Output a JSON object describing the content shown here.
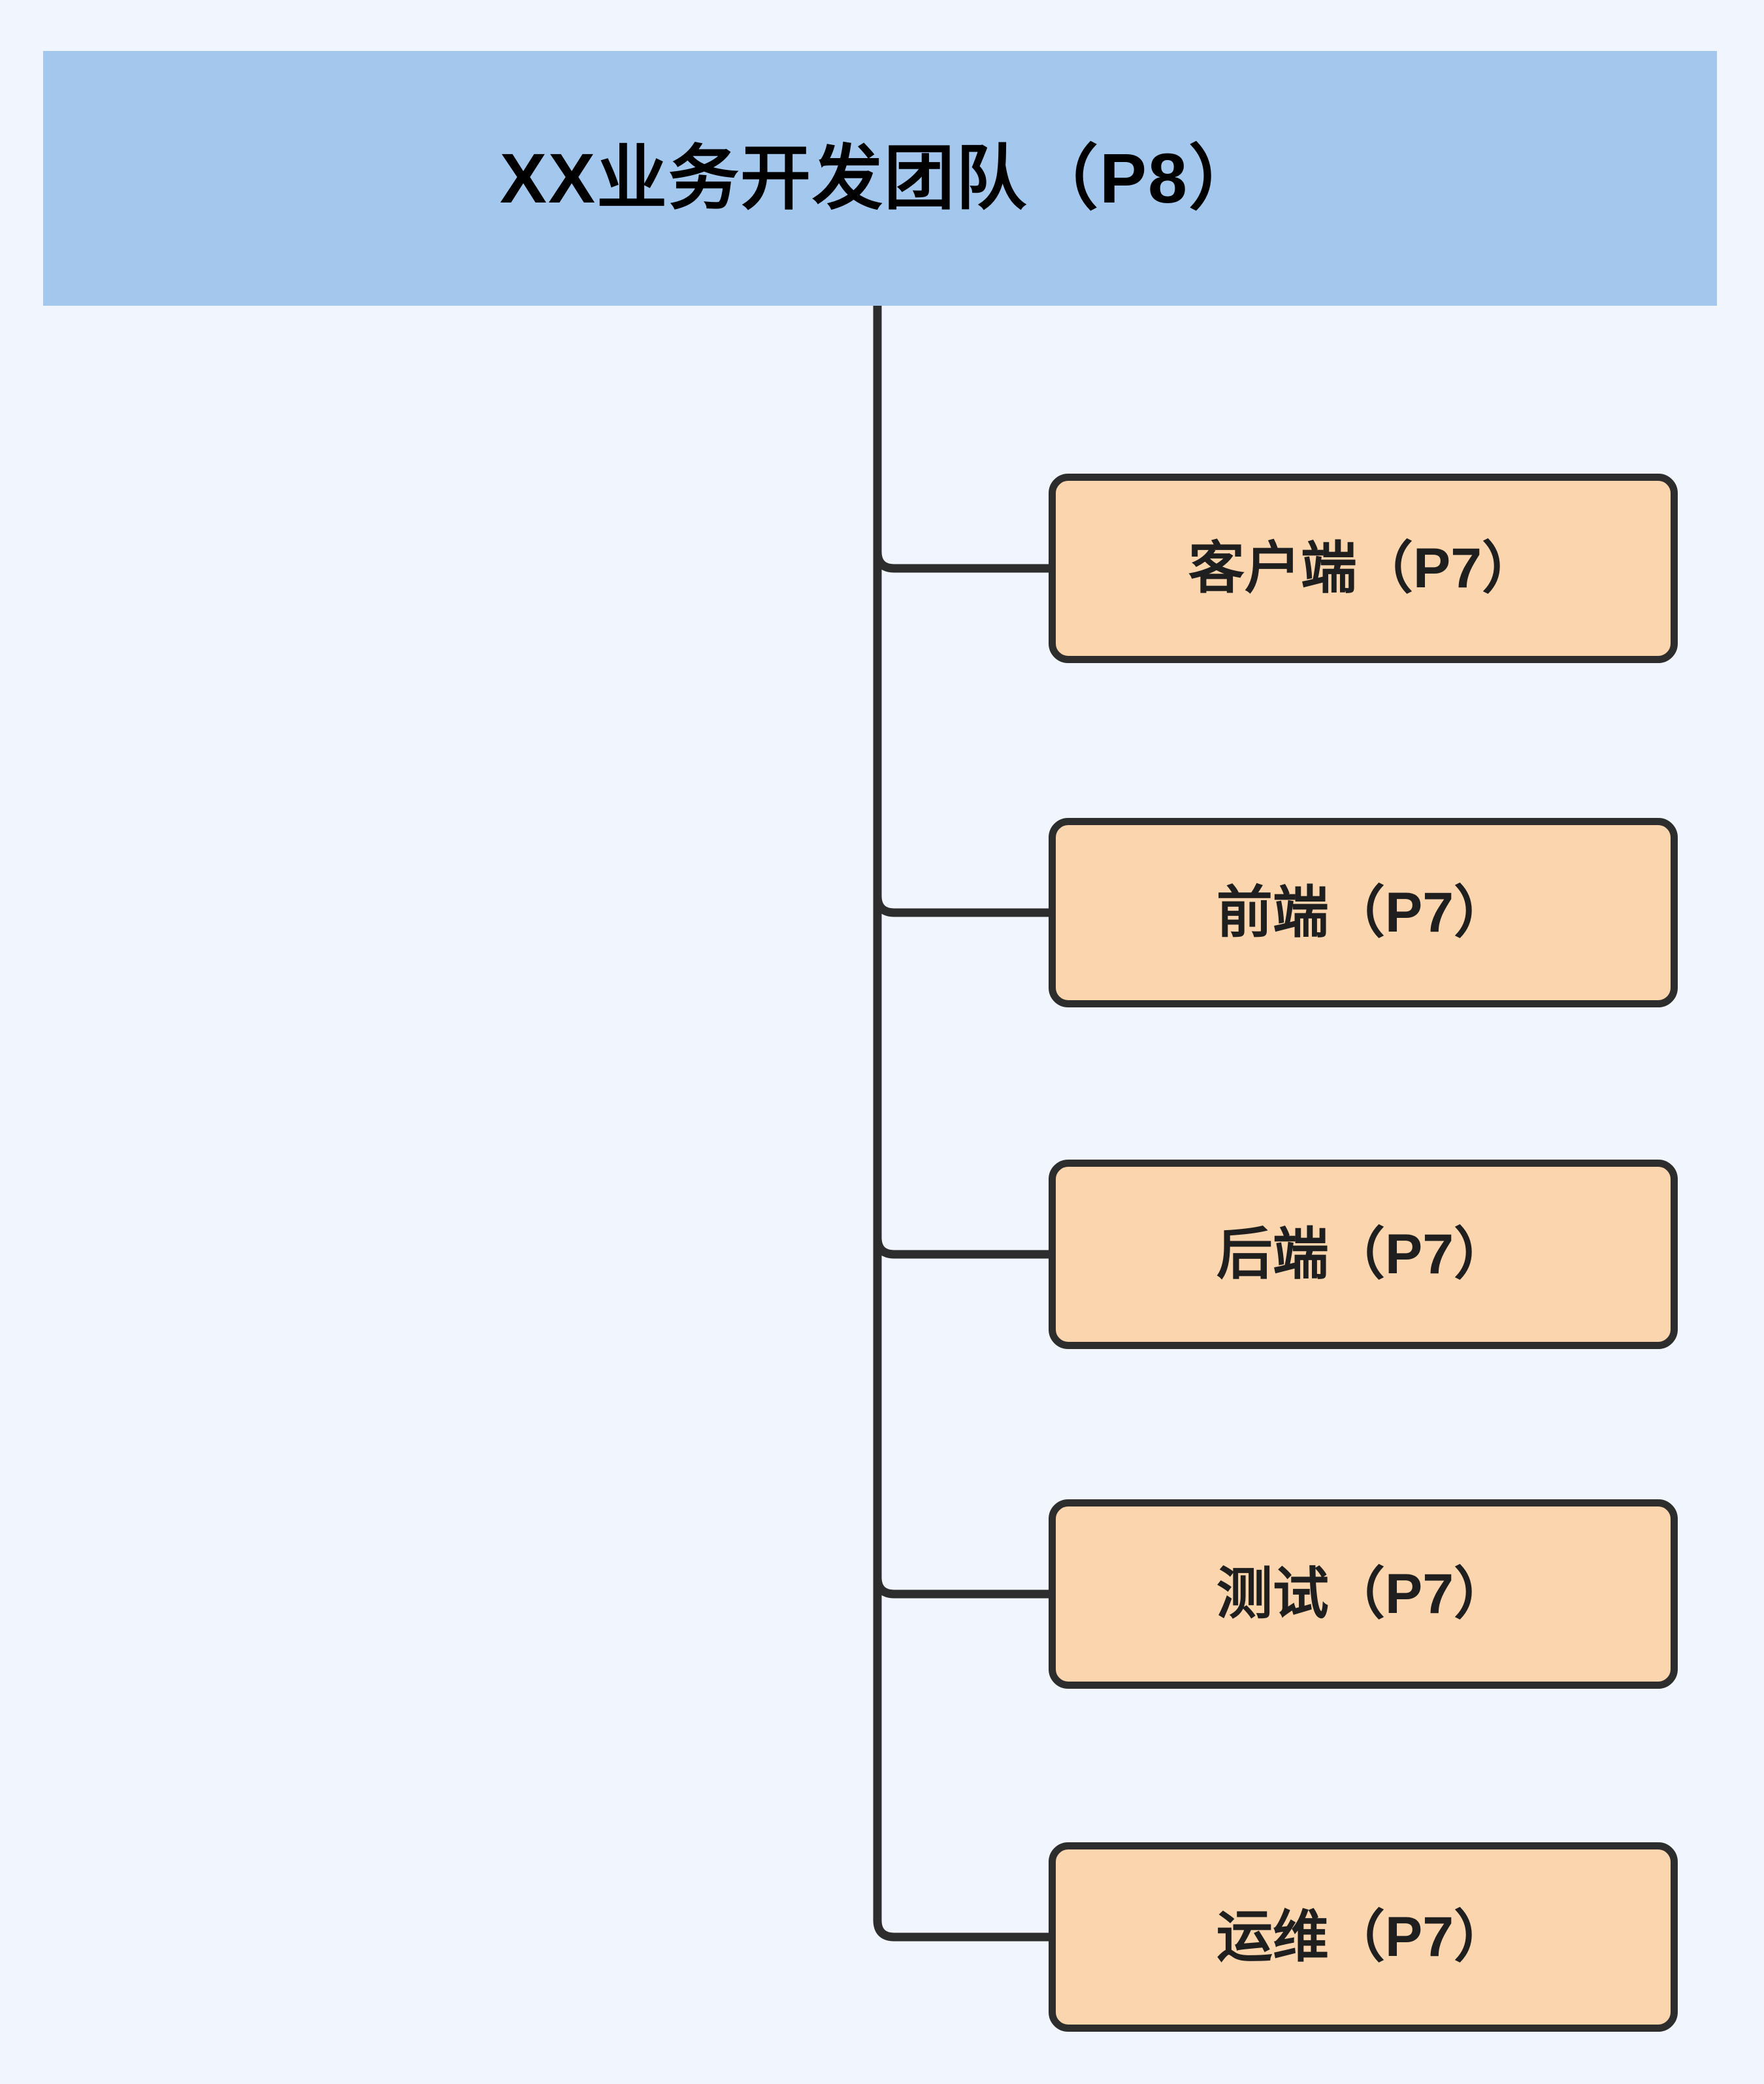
{
  "diagram": {
    "type": "organization-chart",
    "orientation": "vertical-trunk-right-branches",
    "background_color": "#f1f5fd",
    "root": {
      "label": "XX业务开发团队（P8）",
      "level": "P8",
      "fill_color": "#a4c7ed",
      "text_color": "#000000"
    },
    "branch": {
      "line_color": "#2d2d2d",
      "line_width": 13,
      "corner_radius": 26
    },
    "node_style": {
      "fill_color": "#fbd5ad",
      "border_color": "#2d2d2d",
      "text_color": "#1f1f1f",
      "border_radius": 30
    },
    "children": [
      {
        "label": "客户端（P7）",
        "level": "P7"
      },
      {
        "label": "前端（P7）",
        "level": "P7"
      },
      {
        "label": "后端（P7）",
        "level": "P7"
      },
      {
        "label": "测试（P7）",
        "level": "P7"
      },
      {
        "label": "运维（P7）",
        "level": "P7"
      }
    ]
  }
}
